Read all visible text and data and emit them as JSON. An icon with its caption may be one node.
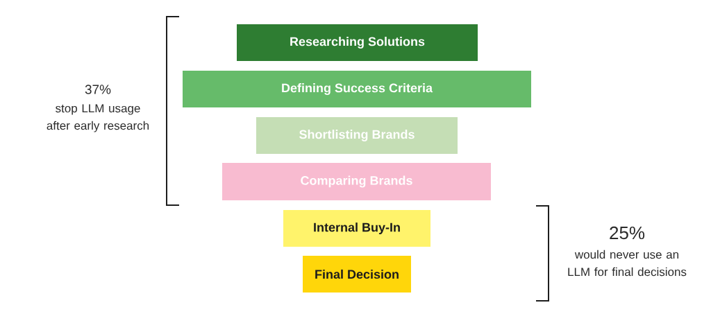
{
  "diagram": {
    "nodes": [
      {
        "text": [
          "Researching Solutions"
        ]
      },
      {
        "text": [
          "Defining Success Criteria"
        ]
      },
      {
        "text": [
          "Shortlisting Brands"
        ]
      },
      {
        "text": [
          "Comparing Brands"
        ]
      },
      {
        "text": [
          "Internal Buy-In"
        ]
      },
      {
        "text": [
          "Final Decision"
        ]
      }
    ],
    "labels": [
      "37%",
      "stop LLM usage after early research",
      "25%",
      "would never use an LLM for final decisions"
    ]
  }
}
